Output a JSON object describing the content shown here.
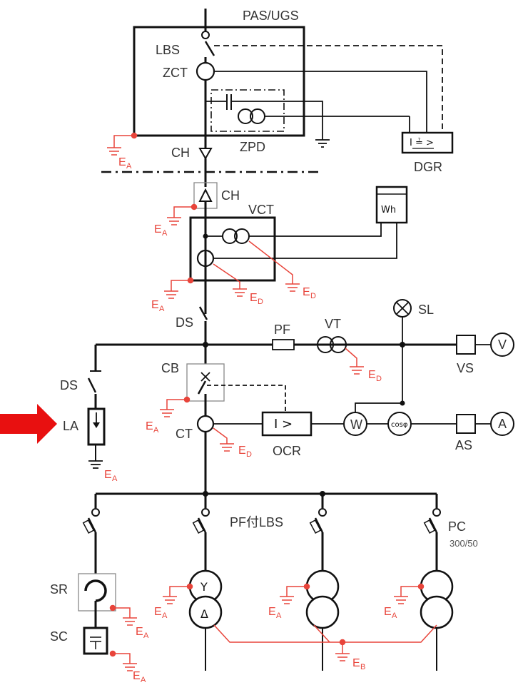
{
  "labels": {
    "pas_ugs": "PAS/UGS",
    "lbs": "LBS",
    "zct": "ZCT",
    "zpd": "ZPD",
    "dgr": "DGR",
    "ch_top": "CH",
    "ch_mid": "CH",
    "vct": "VCT",
    "wh": "Wh",
    "ds_main": "DS",
    "pf": "PF",
    "vt": "VT",
    "sl": "SL",
    "vs": "VS",
    "v": "V",
    "cb": "CB",
    "ct": "CT",
    "ocr": "OCR",
    "ocr_sym": "I >",
    "dgr_sym": "I ≟ >",
    "w": "W",
    "cos": "cosφ",
    "as": "AS",
    "a": "A",
    "ds_left": "DS",
    "la": "LA",
    "pf_lbs": "PF付LBS",
    "pc": "PC",
    "pc_rating": "300/50",
    "sr": "SR",
    "sc": "SC",
    "y": "Y",
    "delta": "Δ"
  },
  "earths": {
    "ea": "E",
    "ea_sub": "A",
    "ed": "E",
    "ed_sub": "D",
    "eb": "E",
    "eb_sub": "B"
  },
  "colors": {
    "line": "#111111",
    "earth": "#e8443a",
    "arrow": "#e81010",
    "box_thin": "#888888"
  }
}
